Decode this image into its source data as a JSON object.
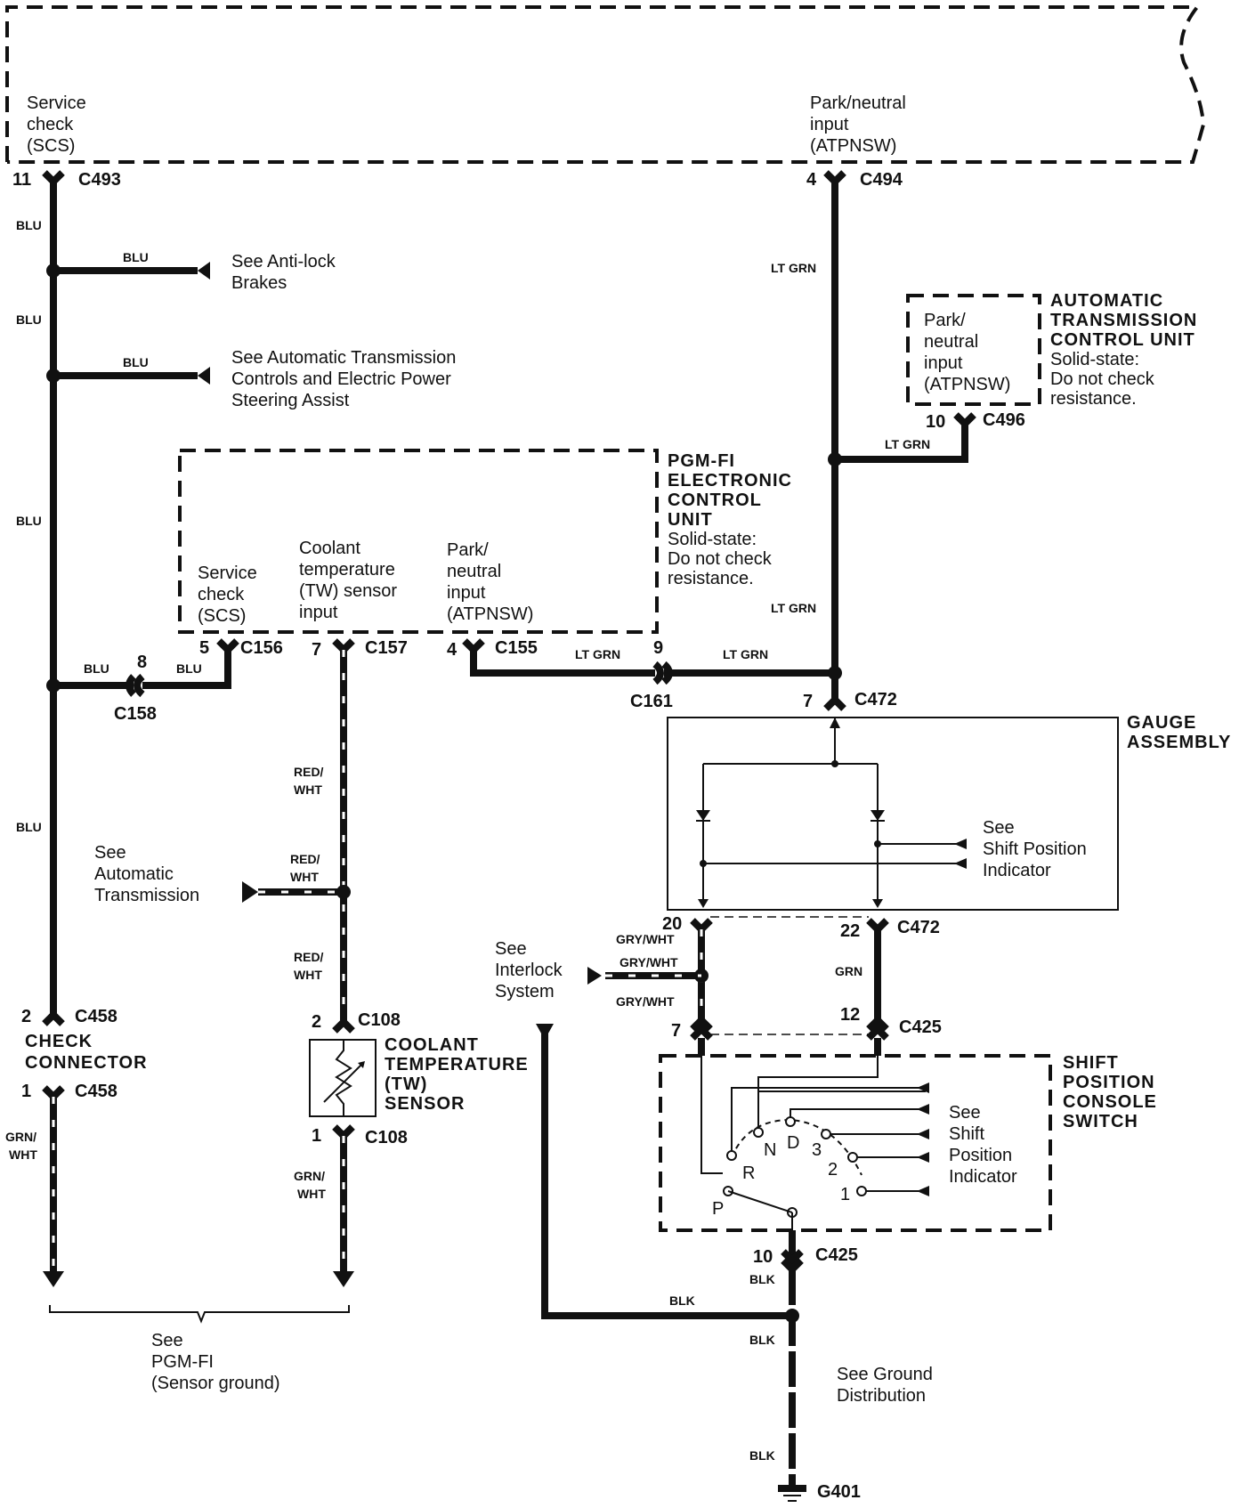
{
  "ecm_top": {
    "scs_pin_label": [
      "Service",
      "check",
      "(SCS)"
    ],
    "atpnsw_pin_label": [
      "Park/neutral",
      "input",
      "(ATPNSW)"
    ],
    "scs_pin": "11",
    "scs_connector": "C493",
    "atpnsw_pin": "4",
    "atpnsw_connector": "C494"
  },
  "refs": {
    "antilock": [
      "See Anti-lock",
      "Brakes"
    ],
    "at_eps": [
      "See Automatic Transmission",
      "Controls and Electric Power",
      "Steering Assist"
    ],
    "auto_trans": [
      "See",
      "Automatic",
      "Transmission"
    ],
    "interlock": [
      "See",
      "Interlock",
      "System"
    ],
    "shift_indicator_gauge": [
      "See",
      "Shift Position",
      "Indicator"
    ],
    "shift_indicator_switch": [
      "See",
      "Shift",
      "Position",
      "Indicator"
    ],
    "sensor_ground": [
      "See",
      "PGM-FI",
      "(Sensor ground)"
    ],
    "ground_distribution": [
      "See Ground",
      "Distribution"
    ]
  },
  "tcm": {
    "title": [
      "AUTOMATIC",
      "TRANSMISSION",
      "CONTROL UNIT"
    ],
    "note": [
      "Solid-state:",
      "Do not check",
      "resistance."
    ],
    "inner": [
      "Park/",
      "neutral",
      "input",
      "(ATPNSW)"
    ],
    "pin": "10",
    "connector": "C496"
  },
  "pgmfi": {
    "title": [
      "PGM-FI",
      "ELECTRONIC",
      "CONTROL",
      "UNIT"
    ],
    "note": [
      "Solid-state:",
      "Do not check",
      "resistance."
    ],
    "scs": [
      "Service",
      "check",
      "(SCS)"
    ],
    "coolant": [
      "Coolant",
      "temperature",
      "(TW) sensor",
      "input"
    ],
    "atpnsw": [
      "Park/",
      "neutral",
      "input",
      "(ATPNSW)"
    ],
    "pin_scs": "5",
    "conn_scs": "C156",
    "pin_cool": "7",
    "conn_cool": "C157",
    "pin_at": "4",
    "conn_at": "C155"
  },
  "connectors": {
    "c158_pin": "8",
    "c158": "C158",
    "c161_pin": "9",
    "c161": "C161",
    "c472_pin_top": "7",
    "c472": "C472",
    "c472_pin_20": "20",
    "c472_pin_22": "22",
    "c425_pin_7": "7",
    "c425_pin_12": "12",
    "c425": "C425",
    "c425_pin_10": "10",
    "c458_pin_2": "2",
    "c458_pin_1": "1",
    "c458": "C458",
    "c108_pin_2": "2",
    "c108_pin_1": "1",
    "c108": "C108",
    "g401": "G401"
  },
  "components": {
    "check_connector": [
      "CHECK",
      "CONNECTOR"
    ],
    "coolant_sensor": [
      "COOLANT",
      "TEMPERATURE",
      "(TW)",
      "SENSOR"
    ],
    "gauge": [
      "GAUGE",
      "ASSEMBLY"
    ],
    "shift_switch": [
      "SHIFT",
      "POSITION",
      "CONSOLE",
      "SWITCH"
    ],
    "positions": [
      "P",
      "R",
      "N",
      "D",
      "3",
      "2",
      "1"
    ]
  },
  "wires": {
    "blu": "BLU",
    "lt_grn": "LT GRN",
    "red_wht": [
      "RED/",
      "WHT"
    ],
    "grn_wht": [
      "GRN/",
      "WHT"
    ],
    "gry_wht": "GRY/WHT",
    "grn": "GRN",
    "blk": "BLK"
  }
}
